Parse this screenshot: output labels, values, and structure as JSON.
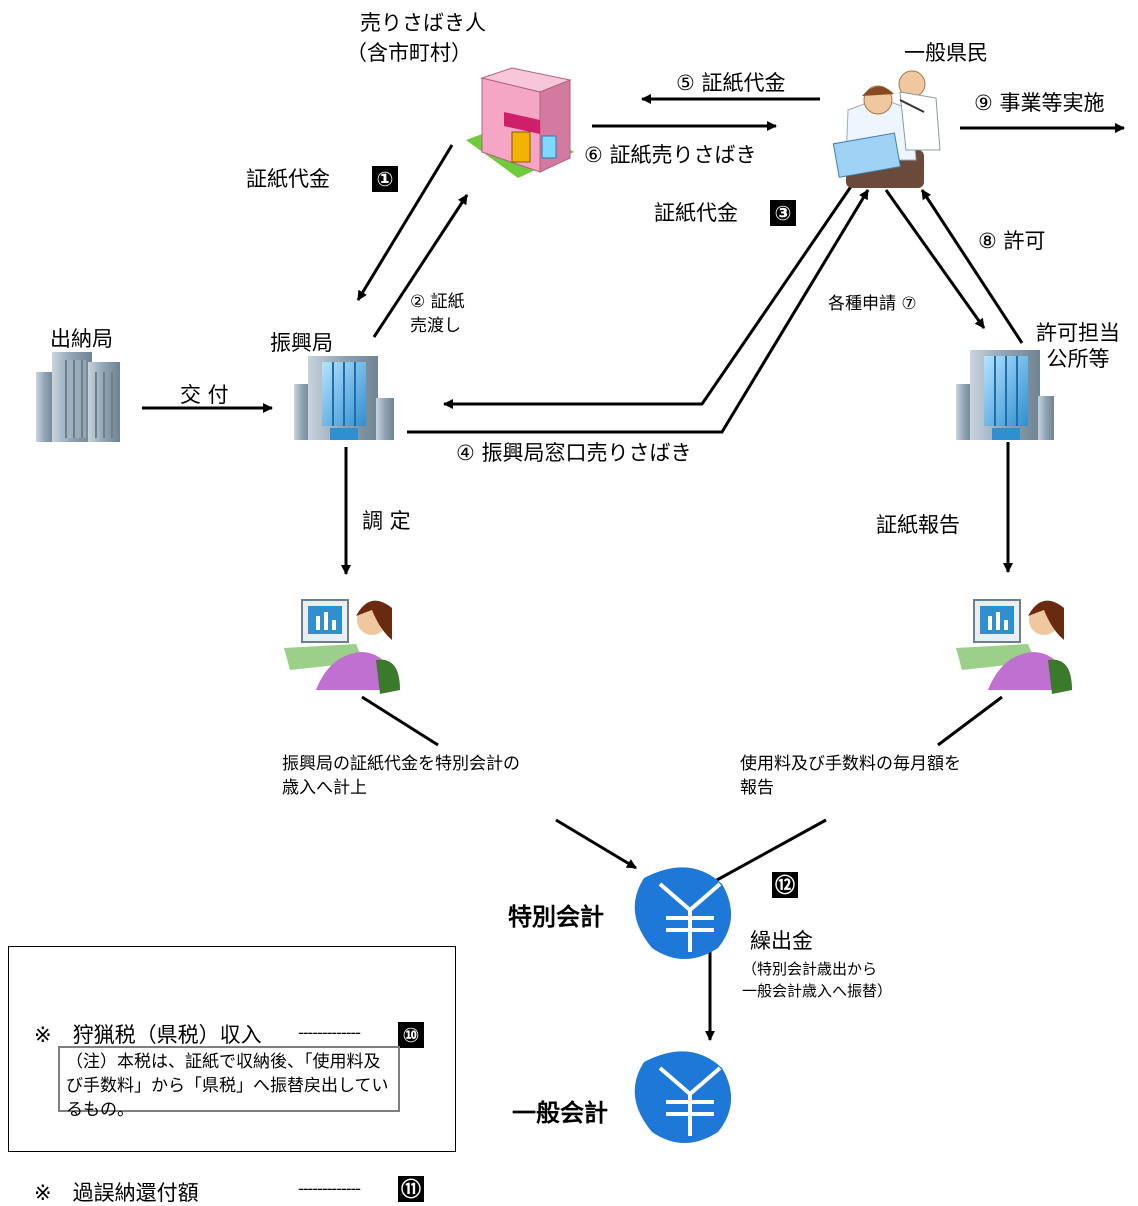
{
  "nodes": {
    "seller_title": "売りさばき人",
    "seller_sub": "（含市町村）",
    "citizen": "一般県民",
    "treasury": "出納局",
    "promotion": "振興局",
    "permit_office": "許可担当\n公所等",
    "special_account": "特別会計",
    "general_account": "一般会計"
  },
  "flows": {
    "f5": "⑤ 証紙代金",
    "f6": "⑥ 証紙売りさばき",
    "f9": "⑨ 事業等実施",
    "f1_text": "証紙代金",
    "f1_badge": "①",
    "f3_text": "証紙代金",
    "f3_badge": "③",
    "f8": "⑧ 許可",
    "f2": "② 証紙\n売渡し",
    "f7": "各種申請 ⑦",
    "f_koufu": "交 付",
    "f4": "④ 振興局窓口売りさばき",
    "chotei": "調 定",
    "report": "証紙報告"
  },
  "notes": {
    "left_desc": "振興局の証紙代金を特別会計の\n歳入へ計上",
    "right_desc": "使用料及び手数料の毎月額を\n報告",
    "badge12": "⑫",
    "transfer_title": "繰出金",
    "transfer_sub": "（特別会計歳出から\n一般会計歳入へ振替）",
    "hunting": "※　狩猟税（県税）収入",
    "hunting_dash": "-------------",
    "badge10": "⑩",
    "hunting_note": "（注）本税は、証紙で収納後、「使用料及び手数料」から「県税」へ振替戻出しているもの。",
    "refund": "※　過誤納還付額",
    "refund_dash": "-------------",
    "badge11": "⑪"
  },
  "colors": {
    "yen_blue": "#1e78d8",
    "store_pink": "#f4a6c4",
    "building_gray": "#9aa3ad",
    "building_blue": "#4aa3d8",
    "person_purple": "#c070d0"
  }
}
